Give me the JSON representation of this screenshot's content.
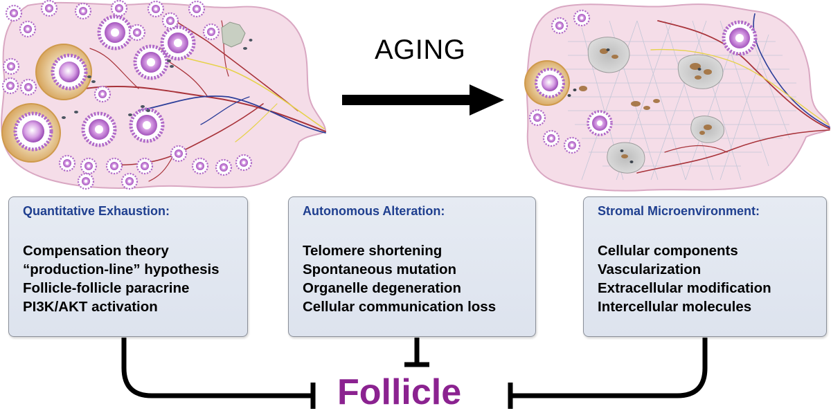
{
  "center_label": "AGING",
  "target_label": "Follicle",
  "boxes": [
    {
      "title": "Quantitative Exhaustion:",
      "items": [
        "Compensation theory",
        "“production-line” hypothesis",
        "Follicle-follicle paracrine",
        "PI3K/AKT activation"
      ]
    },
    {
      "title": "Autonomous Alteration:",
      "items": [
        "Telomere shortening",
        "Spontaneous mutation",
        "Organelle degeneration",
        "Cellular communication loss"
      ]
    },
    {
      "title": "Stromal Microenvironment:",
      "items": [
        "Cellular components",
        "Vascularization",
        "Extracellular modification",
        "Intercellular molecules"
      ]
    }
  ],
  "colors": {
    "box_title": "#1f3f8f",
    "follicle_text": "#8b2290",
    "ovary_fill": "#f5dde8",
    "follicle_purple": "#b06ac8",
    "vessel_red": "#a8333a",
    "vessel_blue": "#2c3e99",
    "nerve_yellow": "#e6d24a"
  }
}
